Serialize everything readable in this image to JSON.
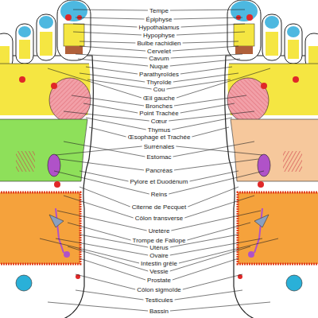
{
  "diagram": {
    "labels": [
      "Tempe",
      "Épiphyse",
      "Hypothalamus",
      "Hypophyse",
      "Bulbe rachidien",
      "Cervelet",
      "Cavum",
      "Nuque",
      "Parathyroïdes",
      "Thyroïde",
      "Cou",
      "Œil gauche",
      "Bronches",
      "Point Trachée",
      "Cœur",
      "Thymus",
      "Œsophage et Trachée",
      "Surrénales",
      "Estomac",
      "Pancréas",
      "Pylore et Duodénum",
      "Reins",
      "Citerne de Pecquet",
      "Côlon transverse",
      "Uretère",
      "Trompe de Fallope",
      "Utérus",
      "Ovaire",
      "Intestin grêle",
      "Vessie",
      "Prostate",
      "Côlon sigmoïde",
      "Testicules",
      "Bassin"
    ]
  }
}
